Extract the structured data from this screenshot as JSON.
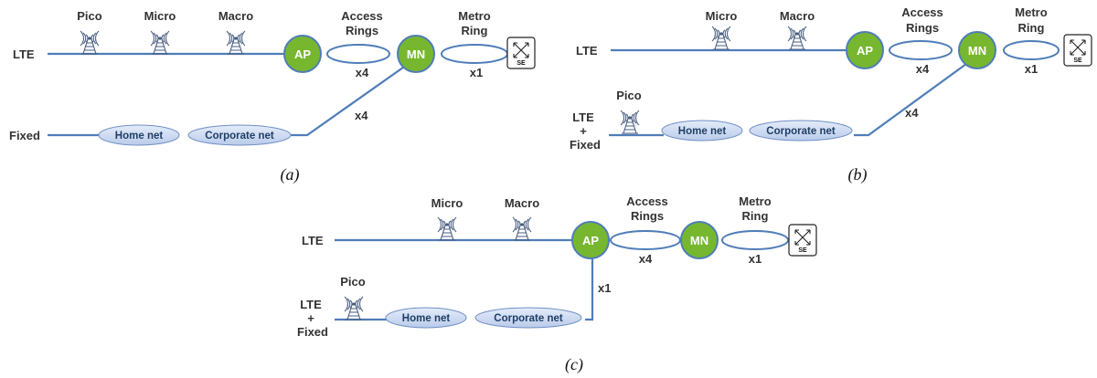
{
  "labels": {
    "lte": "LTE",
    "fixed": "Fixed",
    "lte_plus_fixed": [
      "LTE",
      "+",
      "Fixed"
    ],
    "pico": "Pico",
    "micro": "Micro",
    "macro": "Macro",
    "access_rings": [
      "Access",
      "Rings"
    ],
    "metro_ring": [
      "Metro",
      "Ring"
    ],
    "ap": "AP",
    "mn": "MN",
    "se": "SE",
    "home_net": "Home net",
    "corporate_net": "Corporate net"
  },
  "multiplicity": {
    "a": {
      "access": "x4",
      "metro": "x1",
      "fixed_link": "x4"
    },
    "b": {
      "access": "x4",
      "metro": "x1",
      "fixed_link": "x4"
    },
    "c": {
      "access": "x4",
      "metro": "x1",
      "fixed_link": "x1"
    }
  },
  "captions": {
    "a": "(a)",
    "b": "(b)",
    "c": "(c)"
  },
  "colors": {
    "line": "#4f7db8",
    "node_fill": "#77b72f",
    "net_fill": "#cfdcf2",
    "text": "#333333"
  }
}
